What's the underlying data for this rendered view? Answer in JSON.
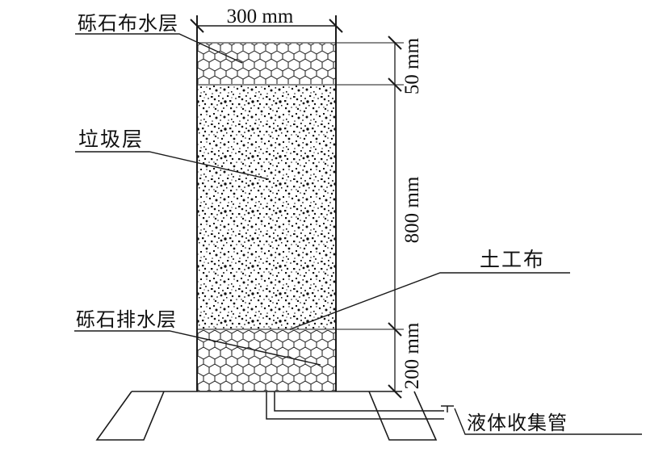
{
  "diagram": {
    "type": "landfill-test-column-schematic",
    "labels": {
      "gravel_distribution_layer": "砾石布水层",
      "waste_layer": "垃圾层",
      "gravel_drainage_layer": "砾石排水层",
      "geotextile": "土工布",
      "liquid_collection_pipe": "液体收集管"
    },
    "dimensions": {
      "column_width": "300 mm",
      "distribution_layer_height": "50 mm",
      "waste_layer_height": "800 mm",
      "drainage_layer_height": "200 mm"
    },
    "colors": {
      "line": "#1a1a1a",
      "extension_line": "#8a8a8a",
      "background": "#ffffff"
    }
  }
}
